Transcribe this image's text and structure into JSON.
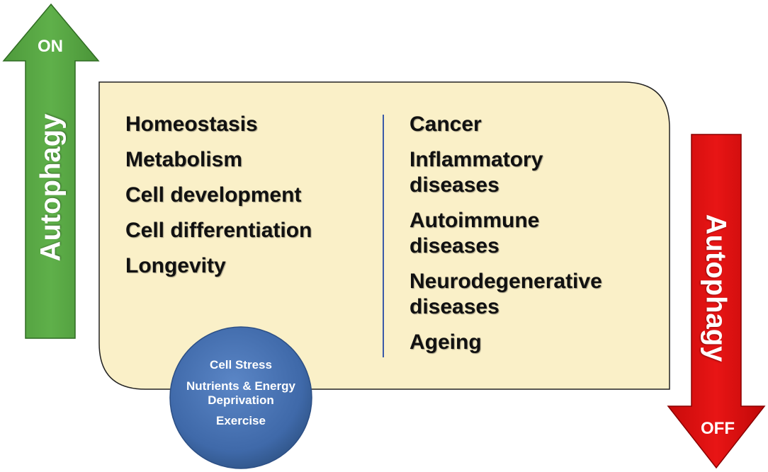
{
  "arrows": {
    "up": {
      "state": "ON",
      "label": "Autophagy",
      "color": "#5aaa46"
    },
    "down": {
      "state": "OFF",
      "label": "Autophagy",
      "color": "#e01010"
    }
  },
  "panel": {
    "fill": "#faf0c8",
    "left_items": [
      "Homeostasis",
      "Metabolism",
      "Cell development",
      "Cell differentiation",
      "Longevity"
    ],
    "right_items": [
      [
        "Cancer"
      ],
      [
        "Inflammatory",
        "diseases"
      ],
      [
        "Autoimmune",
        "diseases"
      ],
      [
        "Neurodegenerative",
        "diseases"
      ],
      [
        "Ageing"
      ]
    ]
  },
  "triggers": {
    "color": "#4a75b5",
    "items": [
      "Cell Stress",
      "Nutrients & Energy",
      "Deprivation",
      "Exercise"
    ]
  }
}
